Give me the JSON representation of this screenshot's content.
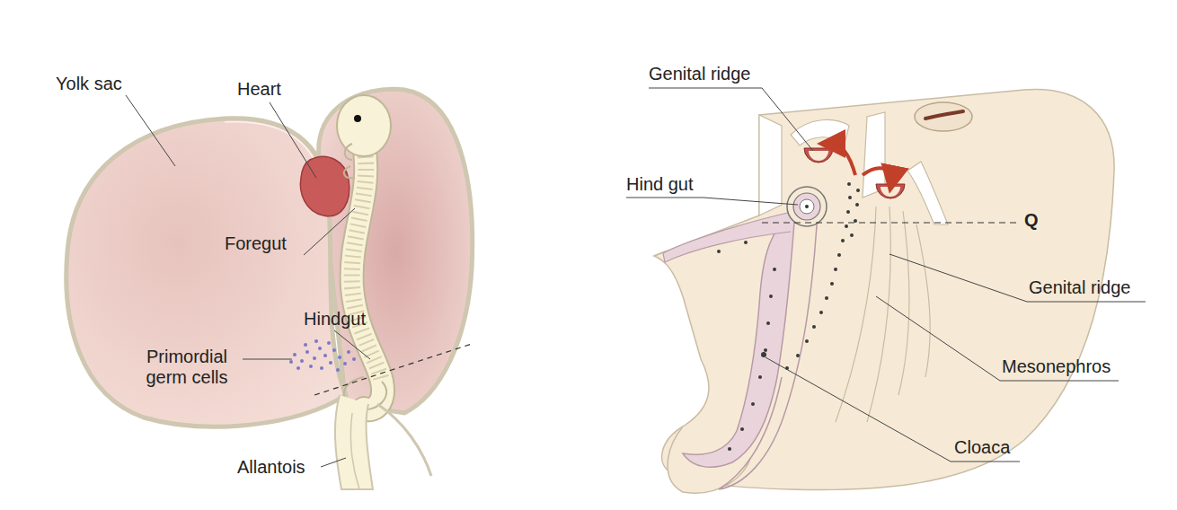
{
  "diagram": {
    "labels": [
      "Yolk sac",
      "Heart",
      "Foregut",
      "Hindgut",
      "Primordial germ cells",
      "Allantois",
      "Genital ridge",
      "Hind gut",
      "Q",
      "Genital ridge",
      "Mesonephros",
      "Cloaca"
    ]
  }
}
